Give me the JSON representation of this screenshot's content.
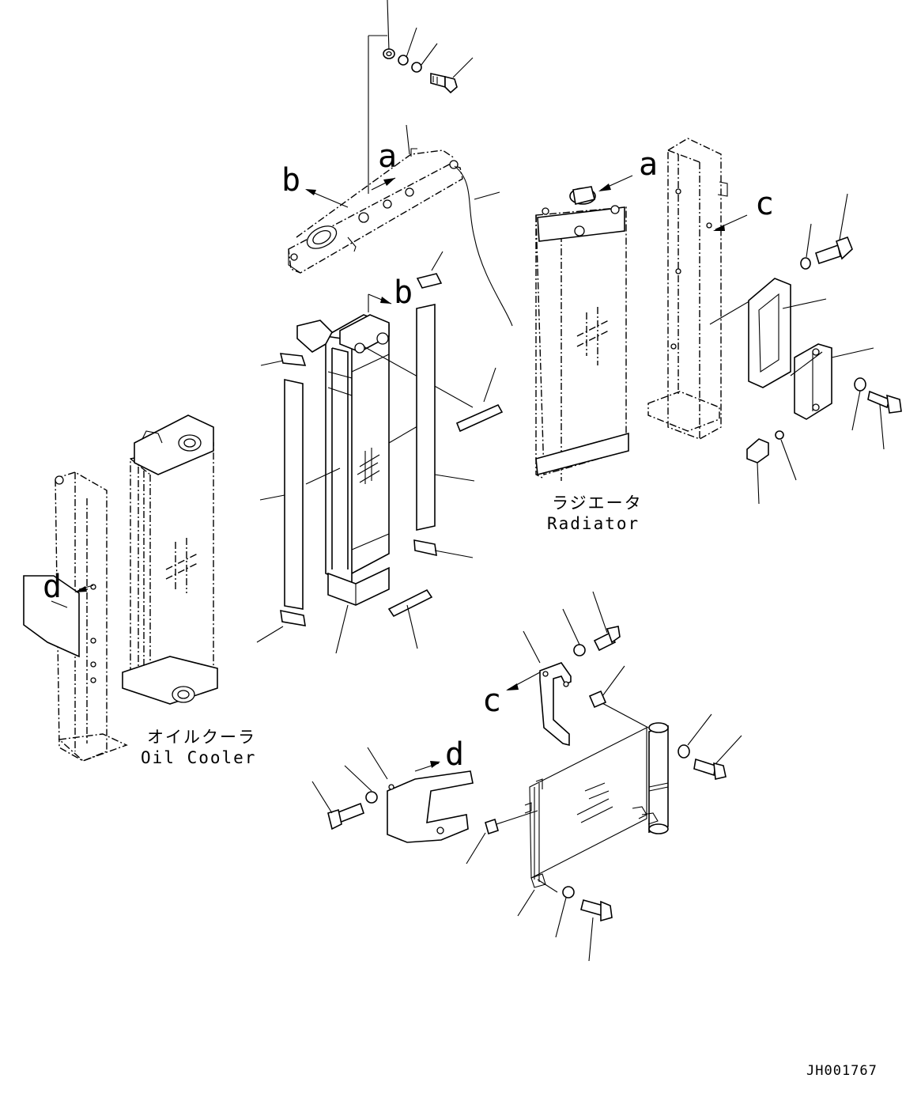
{
  "labels": {
    "radiator_jp": "ラジエータ",
    "radiator_en": "Radiator",
    "oil_cooler_jp": "オイルクーラ",
    "oil_cooler_en": "Oil Cooler",
    "drawing_code": "JH001767"
  },
  "callouts": [
    "a",
    "a",
    "b",
    "b",
    "c",
    "c",
    "d",
    "d"
  ]
}
